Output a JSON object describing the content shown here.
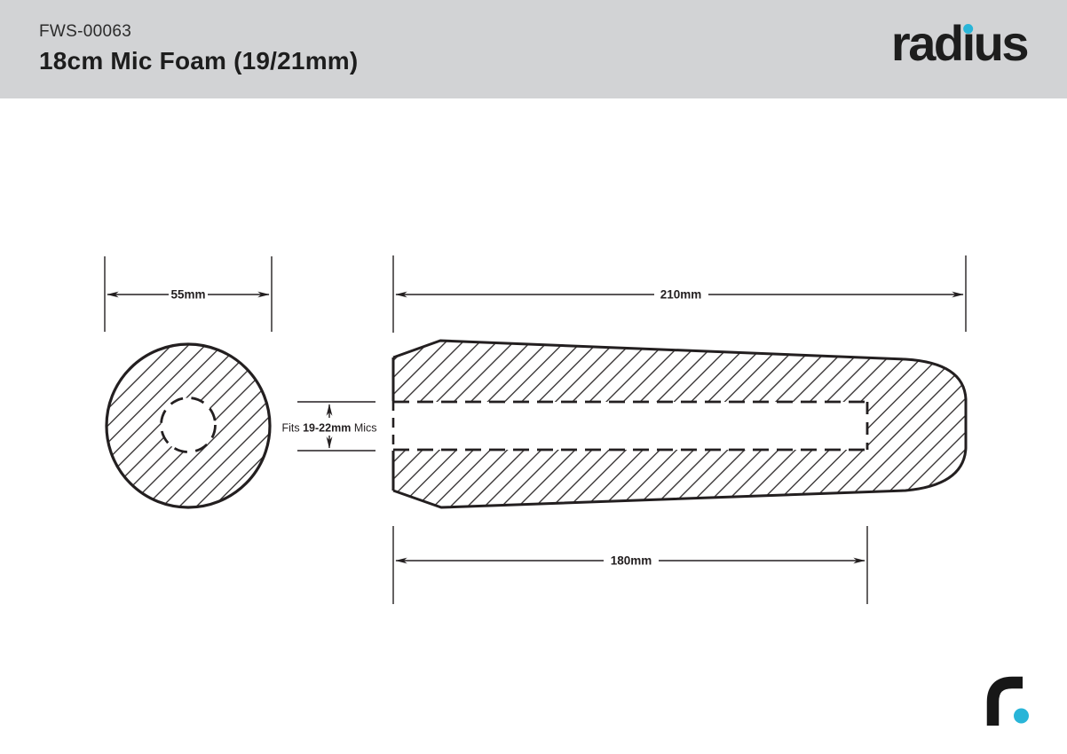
{
  "header": {
    "sku": "FWS-00063",
    "title": "18cm Mic Foam (19/21mm)",
    "logo": {
      "part1": "rad",
      "i_char": "ı",
      "part2": "us"
    }
  },
  "diagram": {
    "front_view": {
      "outer_diameter_label": "55mm"
    },
    "side_view": {
      "overall_length_label": "210mm",
      "bore_length_label": "180mm"
    },
    "fit_label": {
      "prefix": "Fits",
      "value": "19-22mm",
      "suffix": "Mics"
    }
  },
  "footer": {
    "logo_mark_icon": "radius-r-mark"
  },
  "colors": {
    "header_bg": "#d2d3d5",
    "ink": "#231f20",
    "accent": "#29b5d8"
  }
}
